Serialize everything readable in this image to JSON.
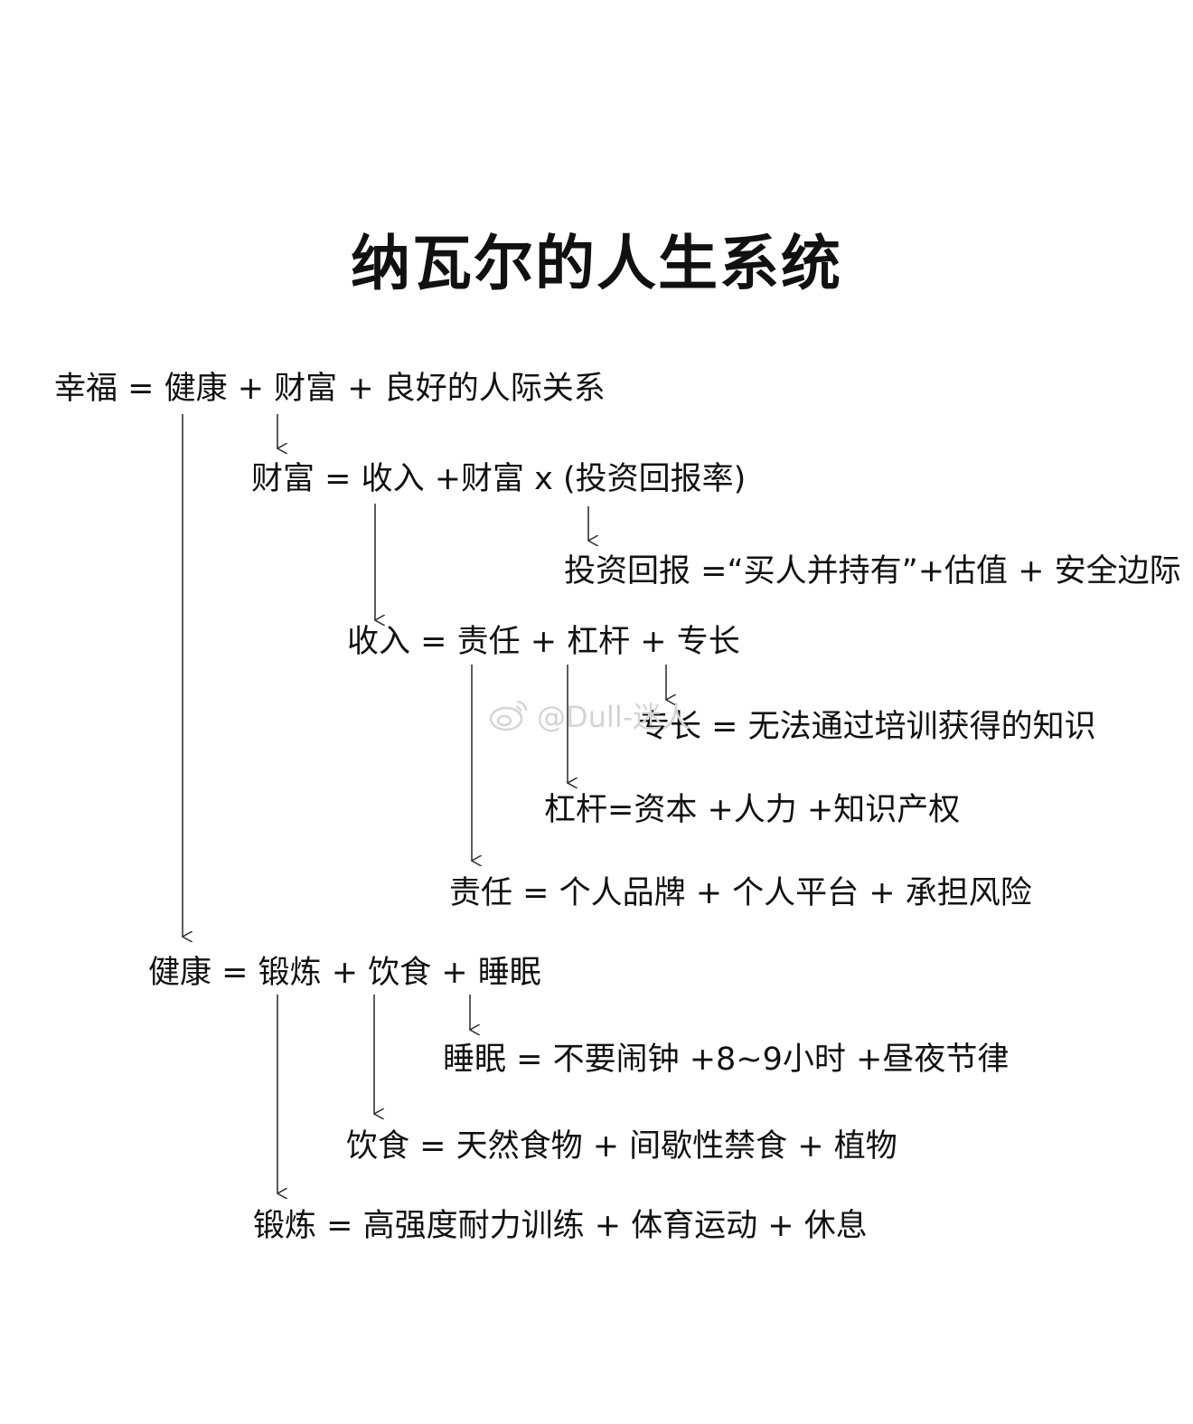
{
  "title": "纳瓦尔的人生系统",
  "equations": {
    "happiness": "幸福 = 健康 + 财富 + 良好的人际关系",
    "wealth": "财富 = 收入 +财富 x (投资回报率)",
    "investment_return": "投资回报 =“买人并持有”+估值 + 安全边际",
    "income": "收入 = 责任 + 杠杆 + 专长",
    "expertise": "专长 = 无法通过培训获得的知识",
    "leverage": "杠杆=资本 +人力 +知识产权",
    "responsibility": "责任 = 个人品牌 + 个人平台 + 承担风险",
    "health": "健康 = 锻炼 + 饮食 + 睡眠",
    "sleep": "睡眠 = 不要闹钟 +8~9小时 +昼夜节律",
    "diet": "饮食 = 天然食物 + 间歇性禁食 + 植物",
    "exercise": "锻炼 = 高强度耐力训练 + 体育运动 + 休息"
  },
  "watermark": {
    "icon": "weibo-icon",
    "text": "@Dull-迷人"
  },
  "colors": {
    "text": "#111111",
    "arrow": "#333333",
    "watermark": "#d4d4d4"
  }
}
